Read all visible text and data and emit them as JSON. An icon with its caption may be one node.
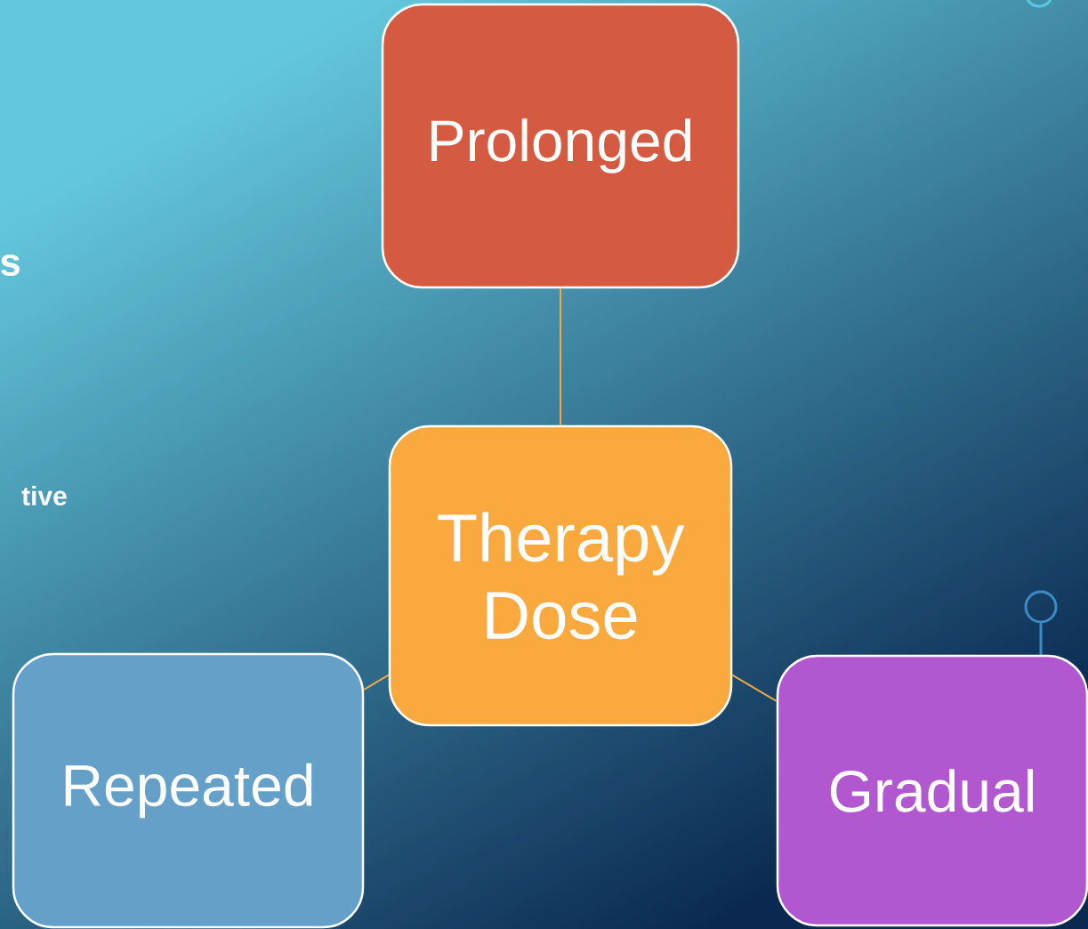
{
  "diagram": {
    "nodes": [
      {
        "text": [
          "Prolonged"
        ]
      },
      {
        "text": [
          "Therapy Dose"
        ]
      },
      {
        "text": [
          "Repeated"
        ]
      },
      {
        "text": [
          "Gradual"
        ]
      }
    ],
    "edges": [
      {
        "from": 1,
        "to": 0,
        "arrow": "none"
      },
      {
        "from": 1,
        "to": 2,
        "arrow": "none"
      },
      {
        "from": 1,
        "to": 3,
        "arrow": "none"
      }
    ],
    "labels": [
      "s",
      "tive"
    ]
  }
}
